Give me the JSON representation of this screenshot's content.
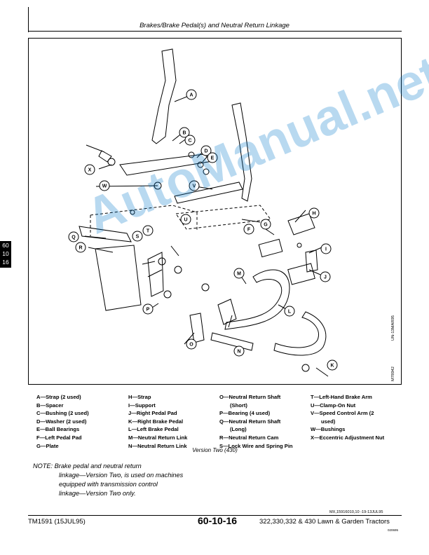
{
  "header": {
    "title": "Brakes/Brake Pedal(s) and Neutral Return Linkage"
  },
  "side_tab": {
    "line1": "60",
    "line2": "10",
    "line3": "16"
  },
  "figure": {
    "callouts": [
      "A",
      "B",
      "C",
      "D",
      "E",
      "F",
      "G",
      "H",
      "I",
      "J",
      "K",
      "L",
      "M",
      "N",
      "O",
      "P",
      "Q",
      "R",
      "S",
      "T",
      "U",
      "V",
      "W",
      "X"
    ],
    "side_code1": "UN-13MAR95",
    "side_code2": "M78942"
  },
  "watermark": {
    "text": "AutoManual.net"
  },
  "legend": {
    "col1": [
      "A—Strap (2 used)",
      "B—Spacer",
      "C—Bushing (2 used)",
      "D—Washer (2 used)",
      "E—Ball Bearings",
      "F—Left Pedal Pad",
      "G—Plate"
    ],
    "col2": [
      "H—Strap",
      "I—Support",
      "J—Right Pedal Pad",
      "K—Right Brake Pedal",
      "L—Left Brake Pedal",
      "M—Neutral Return Link",
      "N—Neutral Return Link"
    ],
    "col3": [
      "O—Neutral Return Shaft",
      "(Short)",
      "P—Bearing (4 used)",
      "Q—Neutral Return Shaft",
      "(Long)",
      "R—Neutral Return Cam",
      "S—Lock Wire and Spring Pin"
    ],
    "col4": [
      "T—Left-Hand Brake Arm",
      "U—Clamp-On Nut",
      "V—Speed Control Arm (2",
      "used)",
      "W—Bushings",
      "X—Eccentric Adjustment Nut"
    ]
  },
  "caption": "Version Two (430)",
  "note": {
    "line1": "NOTE: Brake pedal and neutral return",
    "line2": "linkage—Version Two, is used on machines",
    "line3": "equipped with transmission control",
    "line4": "linkage—Version Two only."
  },
  "ref_code": "MX,15916010,10 -19-13JUL95",
  "ref_code2": "020695",
  "footer": {
    "left": "TM1591 (15JUL95)",
    "page": "60-10-16",
    "right": "322,330,332 & 430 Lawn & Garden Tractors"
  }
}
